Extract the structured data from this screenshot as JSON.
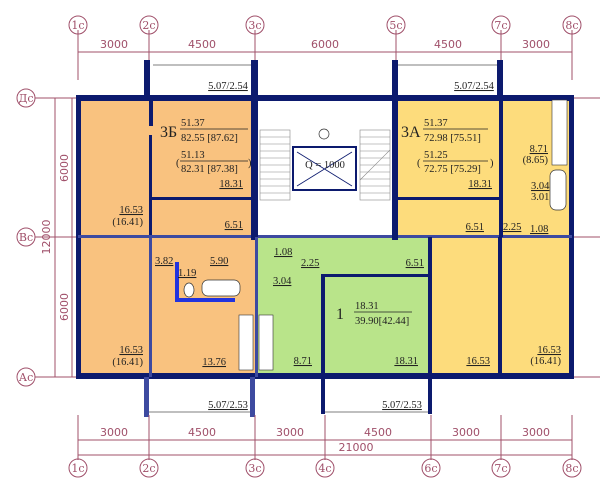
{
  "axes": {
    "top": [
      "1c",
      "2c",
      "3c",
      "5c",
      "7c",
      "8c"
    ],
    "bottom": [
      "1c",
      "2c",
      "3c",
      "4c",
      "6c",
      "7c",
      "8c"
    ],
    "left": [
      "Дс",
      "Вс",
      "Ас"
    ]
  },
  "dimensions": {
    "top": [
      "3000",
      "4500",
      "6000",
      "4500",
      "3000"
    ],
    "bottom": [
      "3000",
      "4500",
      "3000",
      "4500",
      "3000",
      "3000"
    ],
    "bottom_total": "21000",
    "left": [
      "6000",
      "12000",
      "6000"
    ]
  },
  "balconies": {
    "top_left": "5.07/2.54",
    "top_right": "5.07/2.54",
    "bottom_left": "5.07/2.53",
    "bottom_right": "5.07/2.53"
  },
  "apt_3b": {
    "label": "3Б",
    "living": "51.37",
    "total": "82.55 [87.62]",
    "living_alt": "51.13",
    "total_alt": "82.31 [87.38]",
    "rooms": {
      "room_top": "18.31",
      "room_left_top": "16.53",
      "room_left_top_alt": "(16.41)",
      "hall": "6.51",
      "corridor": "3.82",
      "bath": "5.90",
      "wc": "1.19",
      "room_left_bottom": "16.53",
      "room_left_bottom_alt": "(16.41)",
      "kitchen": "13.76"
    }
  },
  "apt_3a": {
    "label": "3А",
    "living": "51.37",
    "total": "72.98 [75.51]",
    "living_alt": "51.25",
    "total_alt": "72.75 [75.29]",
    "rooms": {
      "room_top": "18.31",
      "kitchen": "8.71",
      "kitchen_alt": "(8.65)",
      "bath": "3.04",
      "bath_alt": "3.01",
      "hall": "6.51",
      "corridor": "2.25",
      "wc": "1.08",
      "room_bottom_left": "16.53",
      "room_bottom_right": "16.53",
      "room_bottom_right_alt": "(16.41)"
    }
  },
  "apt_1": {
    "label": "1",
    "living": "18.31",
    "total": "39.90[42.44]",
    "rooms": {
      "wc": "1.08",
      "corridor": "2.25",
      "bath": "3.04",
      "hall": "6.51",
      "kitchen": "8.71",
      "room": "18.31"
    }
  },
  "lift": {
    "label": "Q = 1000"
  },
  "colors": {
    "apt_3b": "#f9c27f",
    "apt_3a": "#fddc7c",
    "apt_1": "#b9e48a",
    "wall": "#0c1a6e",
    "axis": "#a0506a"
  }
}
